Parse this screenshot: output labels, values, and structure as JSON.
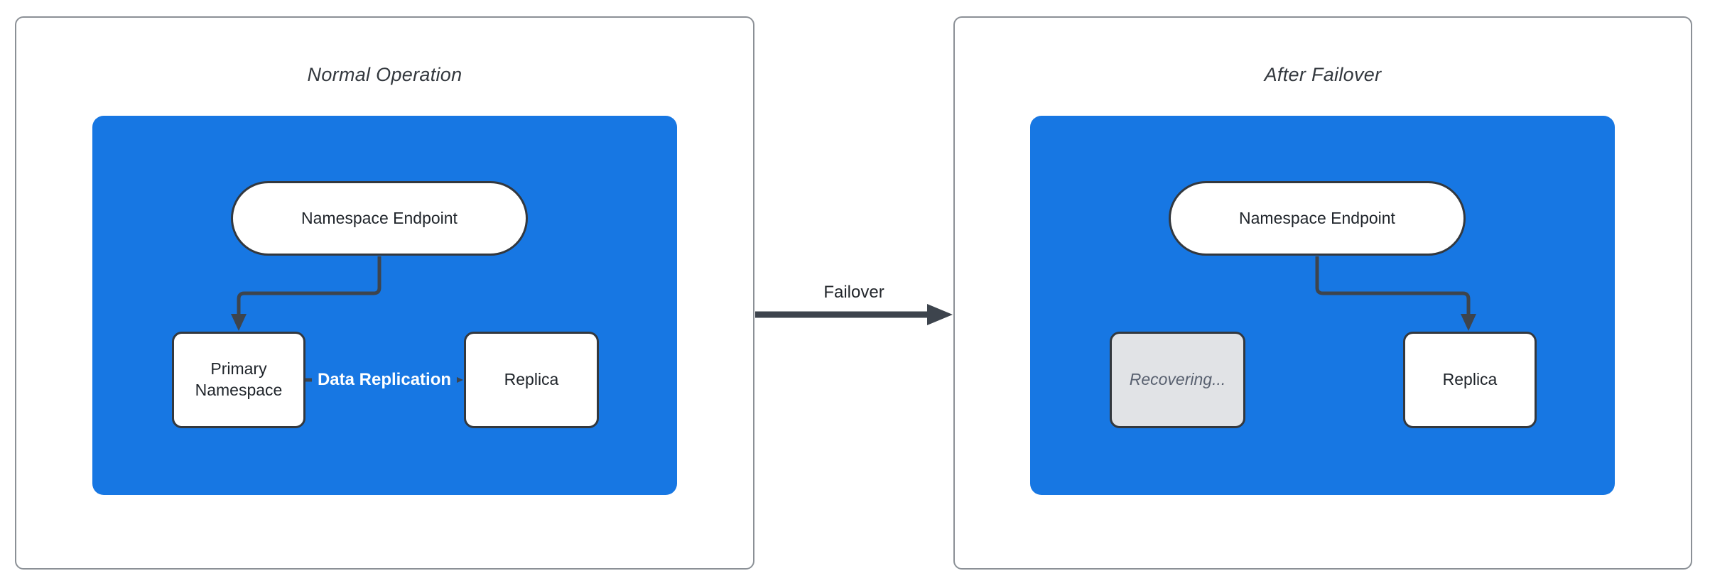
{
  "diagram": {
    "type": "failover-architecture-diagram",
    "colors": {
      "container_blue": "#1777e3",
      "arrow_dark": "#3d444d",
      "node_border": "#33383e",
      "panel_border": "#8b9096",
      "node_text": "#1f242a",
      "title_text": "#33383e",
      "recovering_fill": "#e1e3e6",
      "recovering_text": "#596170",
      "replication_label_text": "#ffffff"
    },
    "left_panel": {
      "title": "Normal Operation",
      "namespace_endpoint": "Namespace Endpoint",
      "primary_namespace": "Primary Namespace",
      "replica": "Replica",
      "edge_data_replication": "Data Replication"
    },
    "failover": {
      "label": "Failover"
    },
    "right_panel": {
      "title": "After Failover",
      "namespace_endpoint": "Namespace Endpoint",
      "recovering": "Recovering...",
      "replica": "Replica"
    }
  }
}
